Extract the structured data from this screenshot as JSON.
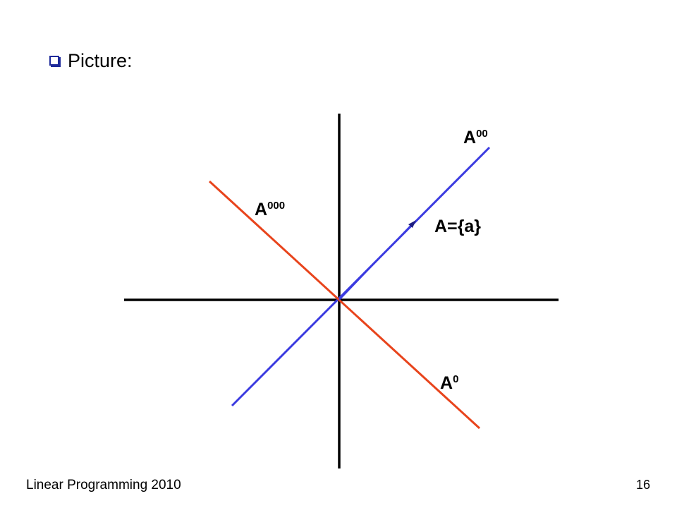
{
  "slide": {
    "bullet_text": "Picture:",
    "footer_left": "Linear Programming 2010",
    "page_number": "16"
  },
  "diagram": {
    "labels": {
      "a_double_prime": {
        "base": "A",
        "sup": "00"
      },
      "a_triple_prime": {
        "base": "A",
        "sup": "000"
      },
      "a_set": "A={a}",
      "a_prime": {
        "base": "A",
        "sup": "0"
      }
    },
    "colors": {
      "axes": "#000000",
      "blue_line": "#3b3be0",
      "red_line": "#e8441c",
      "bullet": "#1e2a9a"
    }
  }
}
